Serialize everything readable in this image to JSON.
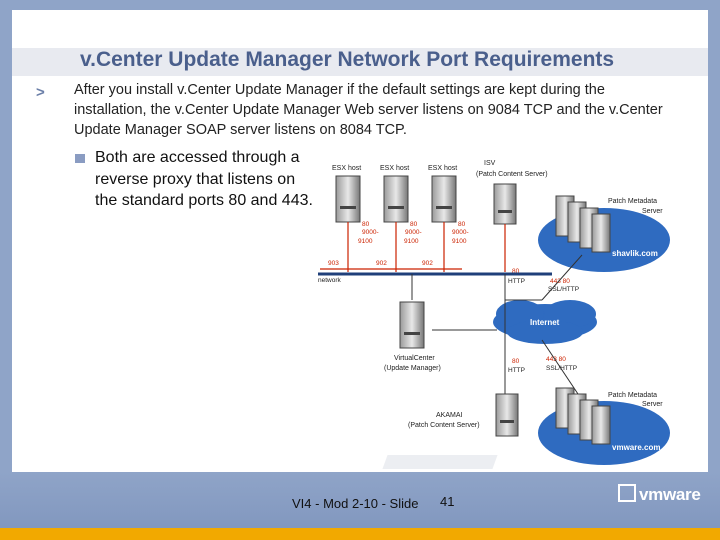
{
  "slide": {
    "title": "v.Center Update Manager Network Port Requirements",
    "bullet": "After you install v.Center Update Manager if the default settings are kept during the installation, the v.Center Update Manager Web server listens on 9084 TCP and the v.Center Update Manager SOAP server listens on 8084 TCP.",
    "sub_bullet": "Both are accessed through a reverse proxy that listens on the standard ports 80 and 443."
  },
  "diagram": {
    "esx_label": "ESX host",
    "isv_label": "ISV",
    "isv_sub": "(Patch Content Server)",
    "patch_label_1": "Patch Metadata",
    "patch_label_2": "Server",
    "shavlik": "shavlik.com",
    "vmware_com": "vmware.com",
    "port_80": "80",
    "port_range_1": "9000-",
    "port_range_2": "9100",
    "port_902": "902",
    "port_903": "903",
    "network": "network",
    "http": "HTTP",
    "port_443_80": "443  80",
    "ssl_http": "SSL/HTTP",
    "internet": "Internet",
    "vc_label": "VirtualCenter",
    "vc_sub": "(Update Manager)",
    "akamai": "AKAMAI",
    "akamai_sub": "(Patch Content Server)"
  },
  "footer": {
    "text": "VI4 - Mod 2-10 - Slide",
    "page": "41",
    "logo": "vmware"
  },
  "colors": {
    "title": "#4a5f8c",
    "accent_red": "#cc2200",
    "cloud": "#2f6bc0",
    "network_line": "#1f3f7a",
    "orange_bar": "#f2a900"
  }
}
